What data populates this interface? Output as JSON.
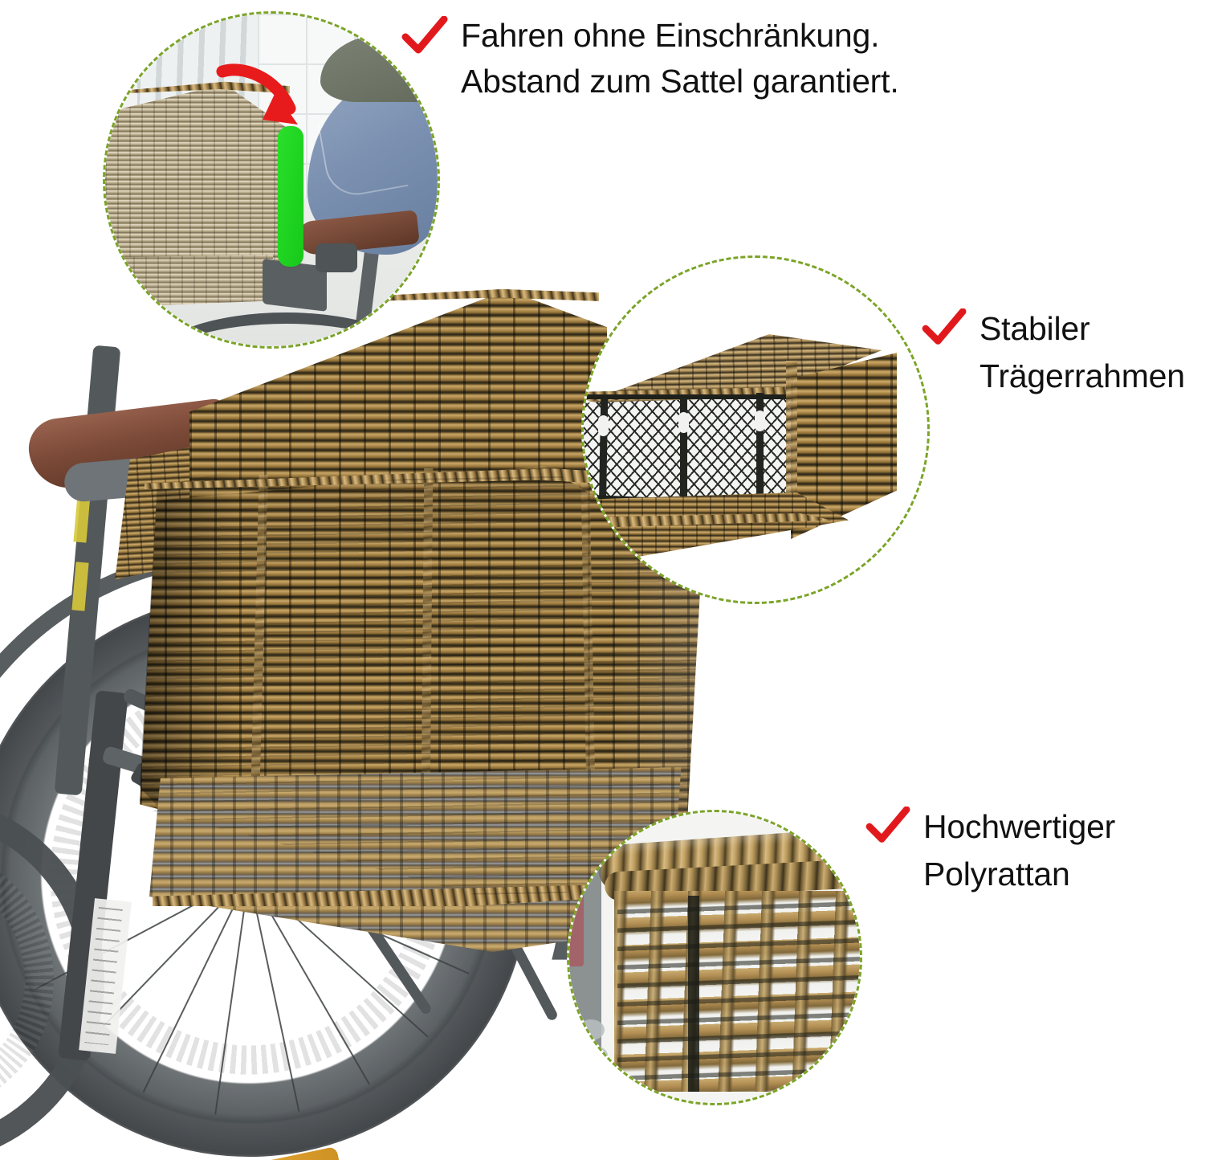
{
  "image": {
    "type": "product-feature-infographic",
    "language": "de",
    "product": "Fahrradkorb aus Polyrattan für Gepäckträger",
    "background_color": "#ffffff"
  },
  "colors": {
    "check_red": "#E2191C",
    "callout_border_green": "#7BA428",
    "highlight_green": "#27D62B",
    "arrow_red": "#E81B1C",
    "text_black": "#111111",
    "rattan_tan": "#B7934F",
    "rattan_dark": "#3A3020",
    "frame_gray": "#53585B",
    "saddle_brown": "#7A4B3A",
    "reflector_red": "#D8323B",
    "reflector_orange": "#E9A22A",
    "jeans_blue": "#7E93B3"
  },
  "features": [
    {
      "id": "clearance",
      "icon": "check-icon",
      "text": "Fahren ohne Einschränkung.\nAbstand zum Sattel garantiert.",
      "lines": [
        "Fahren ohne Einschränkung.",
        "Abstand zum Sattel garantiert."
      ],
      "callout": {
        "name": "callout-clearance",
        "caption": "Nahaufnahme: Korb hinter dem Sattel, grün markierter Freiraum mit rotem Pfeil",
        "marker_color": "#27D62B",
        "arrow_color": "#E81B1C"
      }
    },
    {
      "id": "frame",
      "icon": "check-icon",
      "text": "Stabiler\nTrägerrahmen",
      "lines": [
        "Stabiler",
        "Trägerrahmen"
      ],
      "callout": {
        "name": "callout-carrier-frame",
        "caption": "Korb von unten mit schwarzem Metall-Trägerrahmen und Gitter"
      }
    },
    {
      "id": "material",
      "icon": "check-icon",
      "text": "Hochwertiger\nPolyrattan",
      "lines": [
        "Hochwertiger",
        "Polyrattan"
      ],
      "callout": {
        "name": "callout-polyrattan",
        "caption": "Makro-Detail des Polyrattan-Geflechts"
      }
    }
  ],
  "scene": {
    "main_subject": "Fahrrad mit montiertem Polyrattan-Korb auf dem Gepäckträger",
    "parts": [
      {
        "name": "bicycle-saddle",
        "color": "#7A4B3A"
      },
      {
        "name": "bicycle-frame",
        "color": "#53585B"
      },
      {
        "name": "rear-wheel",
        "color": "#4B5053"
      },
      {
        "name": "rear-reflector",
        "color": "#D8323B"
      },
      {
        "name": "spoke-reflector",
        "color": "#E9A22A"
      },
      {
        "name": "battery-rack",
        "color": "#6C7175"
      }
    ]
  }
}
